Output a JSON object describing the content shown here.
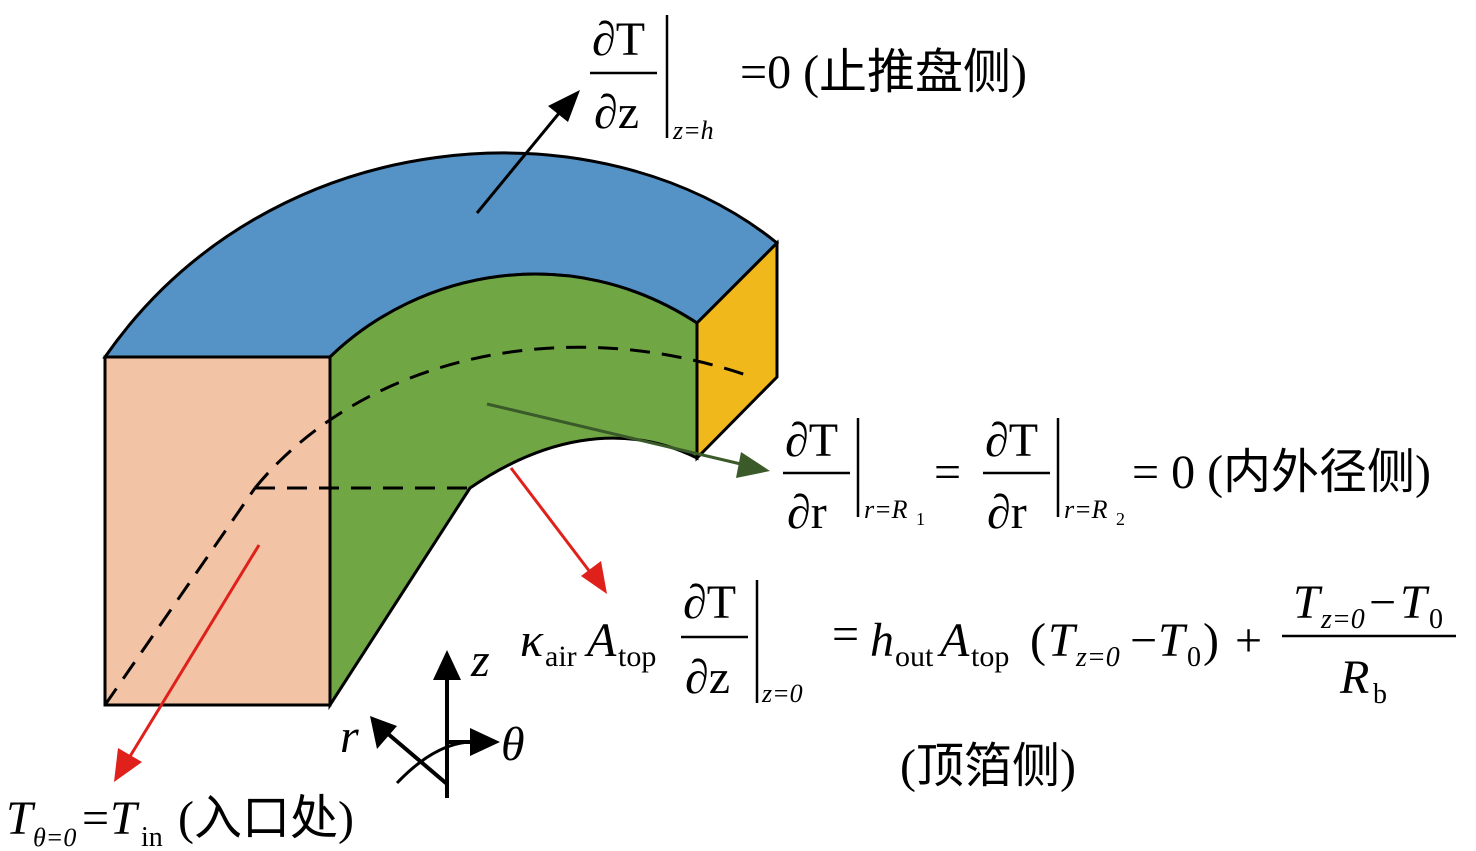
{
  "colors": {
    "top_face": "#5592C6",
    "inner_face": "#70A744",
    "inlet_face": "#F2C3A5",
    "end_face": "#F1B81C",
    "arrow_black": "#000000",
    "arrow_red": "#E0201B",
    "arrow_green": "#3A5A2A"
  },
  "top_bc": {
    "numerator": "∂T",
    "denominator": "∂z",
    "subscript": "z=h",
    "rhs": "=0 (止推盘侧)"
  },
  "side_bc": {
    "numerator_1": "∂T",
    "denominator_1": "∂r",
    "subscript_1_prefix": "r=R",
    "subscript_1_index": "1",
    "equals": "=",
    "numerator_2": "∂T",
    "denominator_2": "∂r",
    "subscript_2_prefix": "r=R",
    "subscript_2_index": "2",
    "rhs": "= 0 (内外径侧)"
  },
  "bottom_bc": {
    "kappa": "κ",
    "kappa_sub": "air",
    "A": "A",
    "A_sub": "top",
    "numerator": "∂T",
    "denominator": "∂z",
    "subscript": "z=0",
    "equals": "=",
    "h": "h",
    "h_sub": "out",
    "A2": "A",
    "A2_sub": "top",
    "paren_open": "(",
    "T1": "T",
    "T1_sub": "z=0",
    "minus": "−",
    "T2": "T",
    "T2_sub": "0",
    "paren_close": ")",
    "plus": "+",
    "frac_T1": "T",
    "frac_T1_sub": "z=0",
    "frac_minus": "−",
    "frac_T2": "T",
    "frac_T2_sub": "0",
    "frac_R": "R",
    "frac_R_sub": "b",
    "note": "(顶箔侧)"
  },
  "inlet_bc": {
    "T": "T",
    "T_sub": "θ=0",
    "eq": "=",
    "T_in": "T",
    "T_in_sub": "in",
    "note": "(入口处)"
  },
  "axes": {
    "z_label": "z",
    "r_label": "r",
    "theta_label": "θ"
  }
}
